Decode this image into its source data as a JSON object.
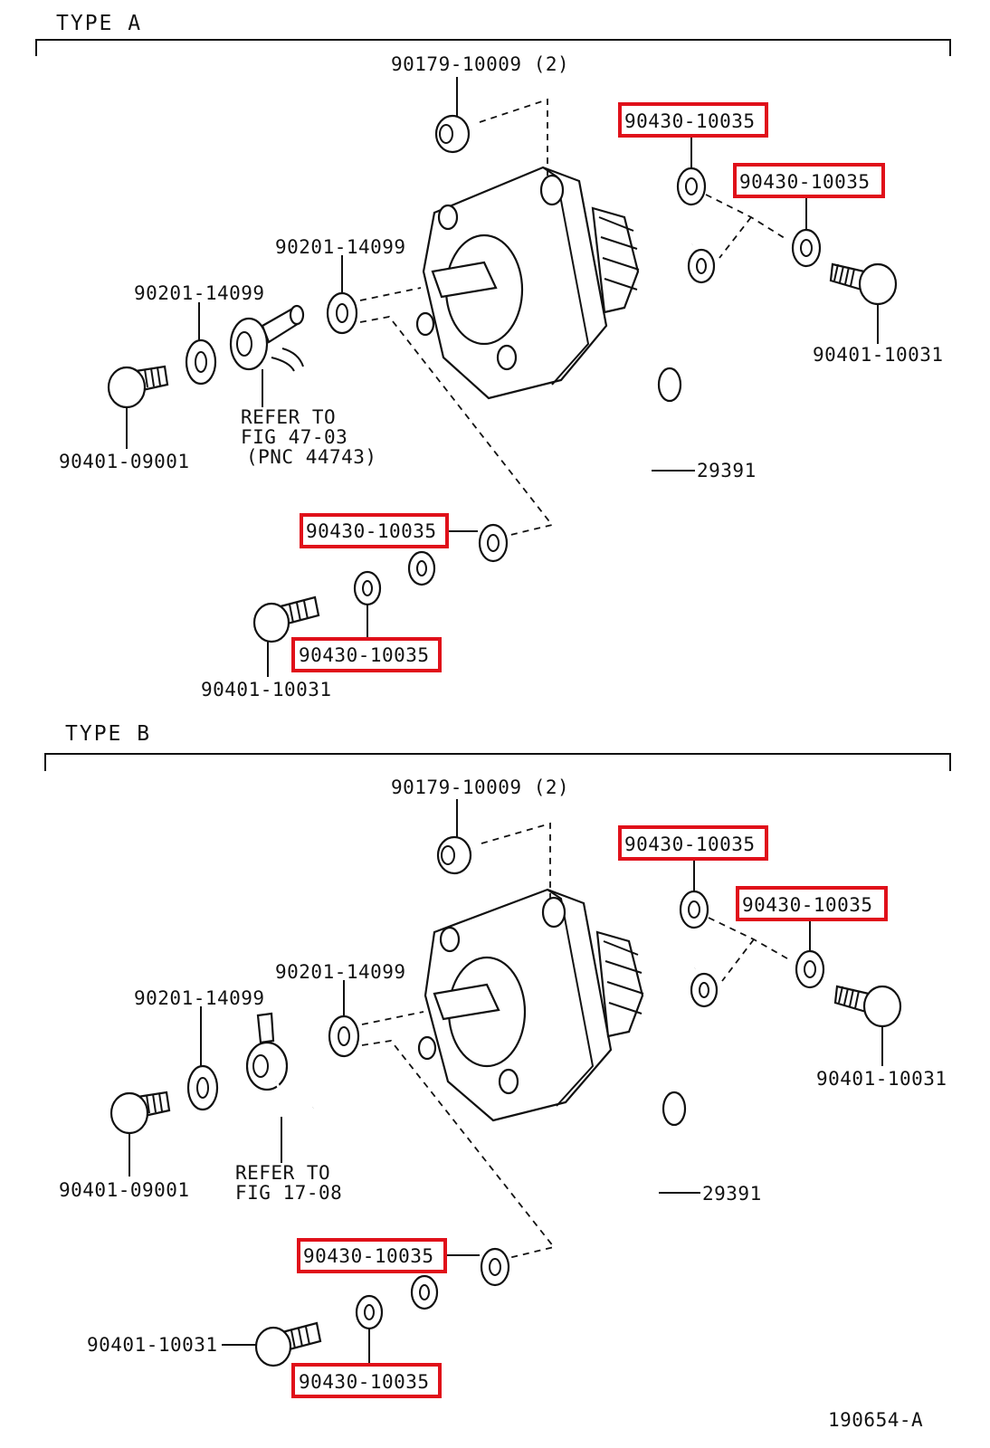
{
  "highlight_color": "#e0101a",
  "line_color": "#111111",
  "type_a": {
    "header": "TYPE  A",
    "labels": {
      "top_grommet": "90179-10009 (2)",
      "gasket_top_1": "90430-10035",
      "gasket_top_2": "90430-10035",
      "gasket_mid": "90201-14099",
      "gasket_left": "90201-14099",
      "bolt_right": "90401-10031",
      "bolt_left": "90401-09001",
      "refer_line1": "REFER TO",
      "refer_line2": "FIG 47-03",
      "refer_line3": "(PNC 44743)",
      "pipe": "29391",
      "gasket_bottom_1": "90430-10035",
      "gasket_bottom_2": "90430-10035",
      "bolt_bottom": "90401-10031"
    }
  },
  "type_b": {
    "header": "TYPE  B",
    "labels": {
      "top_grommet": "90179-10009 (2)",
      "gasket_top_1": "90430-10035",
      "gasket_top_2": "90430-10035",
      "gasket_mid": "90201-14099",
      "gasket_left": "90201-14099",
      "bolt_right": "90401-10031",
      "bolt_left": "90401-09001",
      "refer_line1": "REFER TO",
      "refer_line2": "FIG 17-08",
      "pipe": "29391",
      "gasket_bottom_1": "90430-10035",
      "bolt_bottom": "90401-10031",
      "gasket_bottom_2": "90430-10035"
    }
  },
  "figure_id": "190654-A"
}
